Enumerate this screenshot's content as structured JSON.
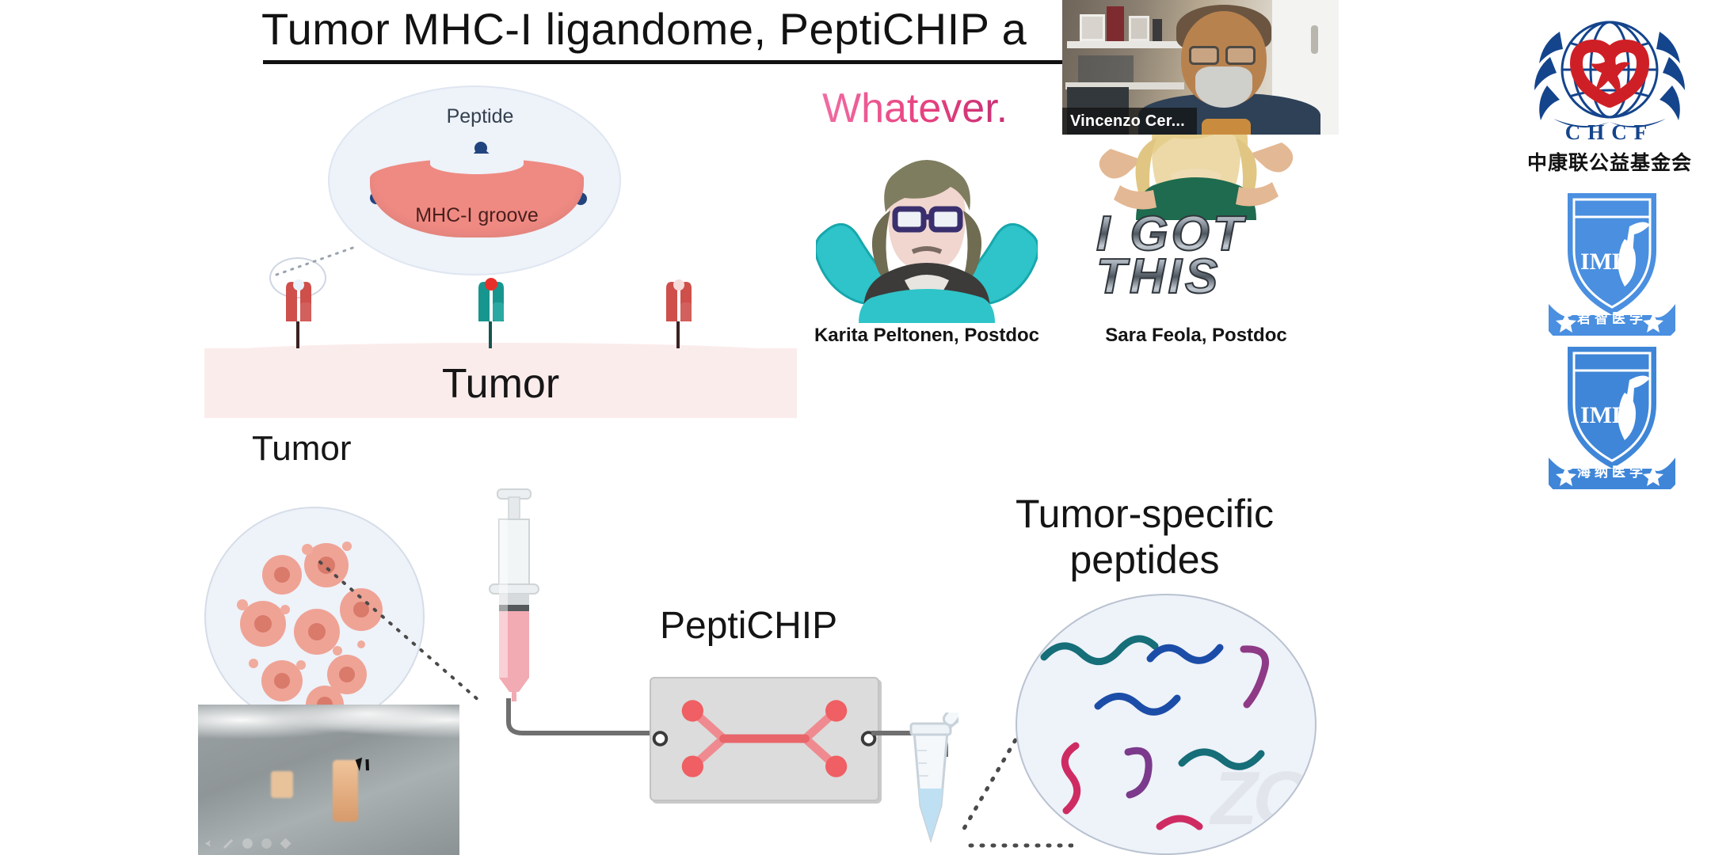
{
  "slide": {
    "title": "Tumor MHC-I ligandome, PeptiCHIP a",
    "labels": {
      "peptide": "Peptide",
      "mhc_groove": "MHC-I groove",
      "tumor_membrane": "Tumor",
      "tumor_cells": "Tumor",
      "peptichip": "PeptiCHIP",
      "tumor_specific_peptides": "Tumor-specific peptides",
      "watermark": "ZO"
    },
    "meme_left": {
      "caption": "Whatever.",
      "credit": "Karita Peltonen, Postdoc"
    },
    "meme_right": {
      "caption_line1": "I GOT",
      "caption_line2": "THIS",
      "credit": "Sara Feola, Postdoc"
    },
    "photo_inset": {
      "annotation_tools": [
        "cursor-arrow",
        "pen",
        "highlighter",
        "eraser",
        "shape"
      ]
    }
  },
  "webcam": {
    "participant_name": "Vincenzo Cer..."
  },
  "sponsors": {
    "chcf": {
      "acronym": "CHCF",
      "chinese_name": "中康联公益基金会"
    },
    "imd_shields": [
      {
        "acronym": "IMD",
        "chinese_name": "君智医学"
      },
      {
        "acronym": "IMD",
        "chinese_name": "海纳医学"
      }
    ]
  },
  "colors": {
    "groove_salmon": "#ef8a83",
    "membrane_pink": "#fbecec",
    "callout_blue": "#eef2f9",
    "chip_gray": "#dcdcdc",
    "chip_channel_red": "#e8656a",
    "mhc_red": "#cf4f4b",
    "mhc_teal": "#17968f",
    "brand_blue": "#14448c",
    "shield_blue": "#4a8fe0",
    "meme_pink": "#e8417f"
  }
}
